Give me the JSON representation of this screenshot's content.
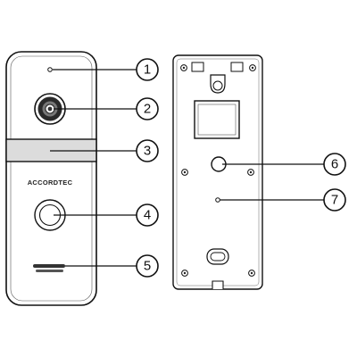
{
  "diagram": {
    "brand_text": "ACCORDTEC",
    "callouts": [
      {
        "label": "1",
        "target": "front-microphone-hole"
      },
      {
        "label": "2",
        "target": "front-camera-lens"
      },
      {
        "label": "3",
        "target": "front-light-strip"
      },
      {
        "label": "4",
        "target": "front-call-button"
      },
      {
        "label": "5",
        "target": "front-speaker-grille"
      },
      {
        "label": "6",
        "target": "back-cable-hole"
      },
      {
        "label": "7",
        "target": "back-small-hole"
      }
    ]
  }
}
